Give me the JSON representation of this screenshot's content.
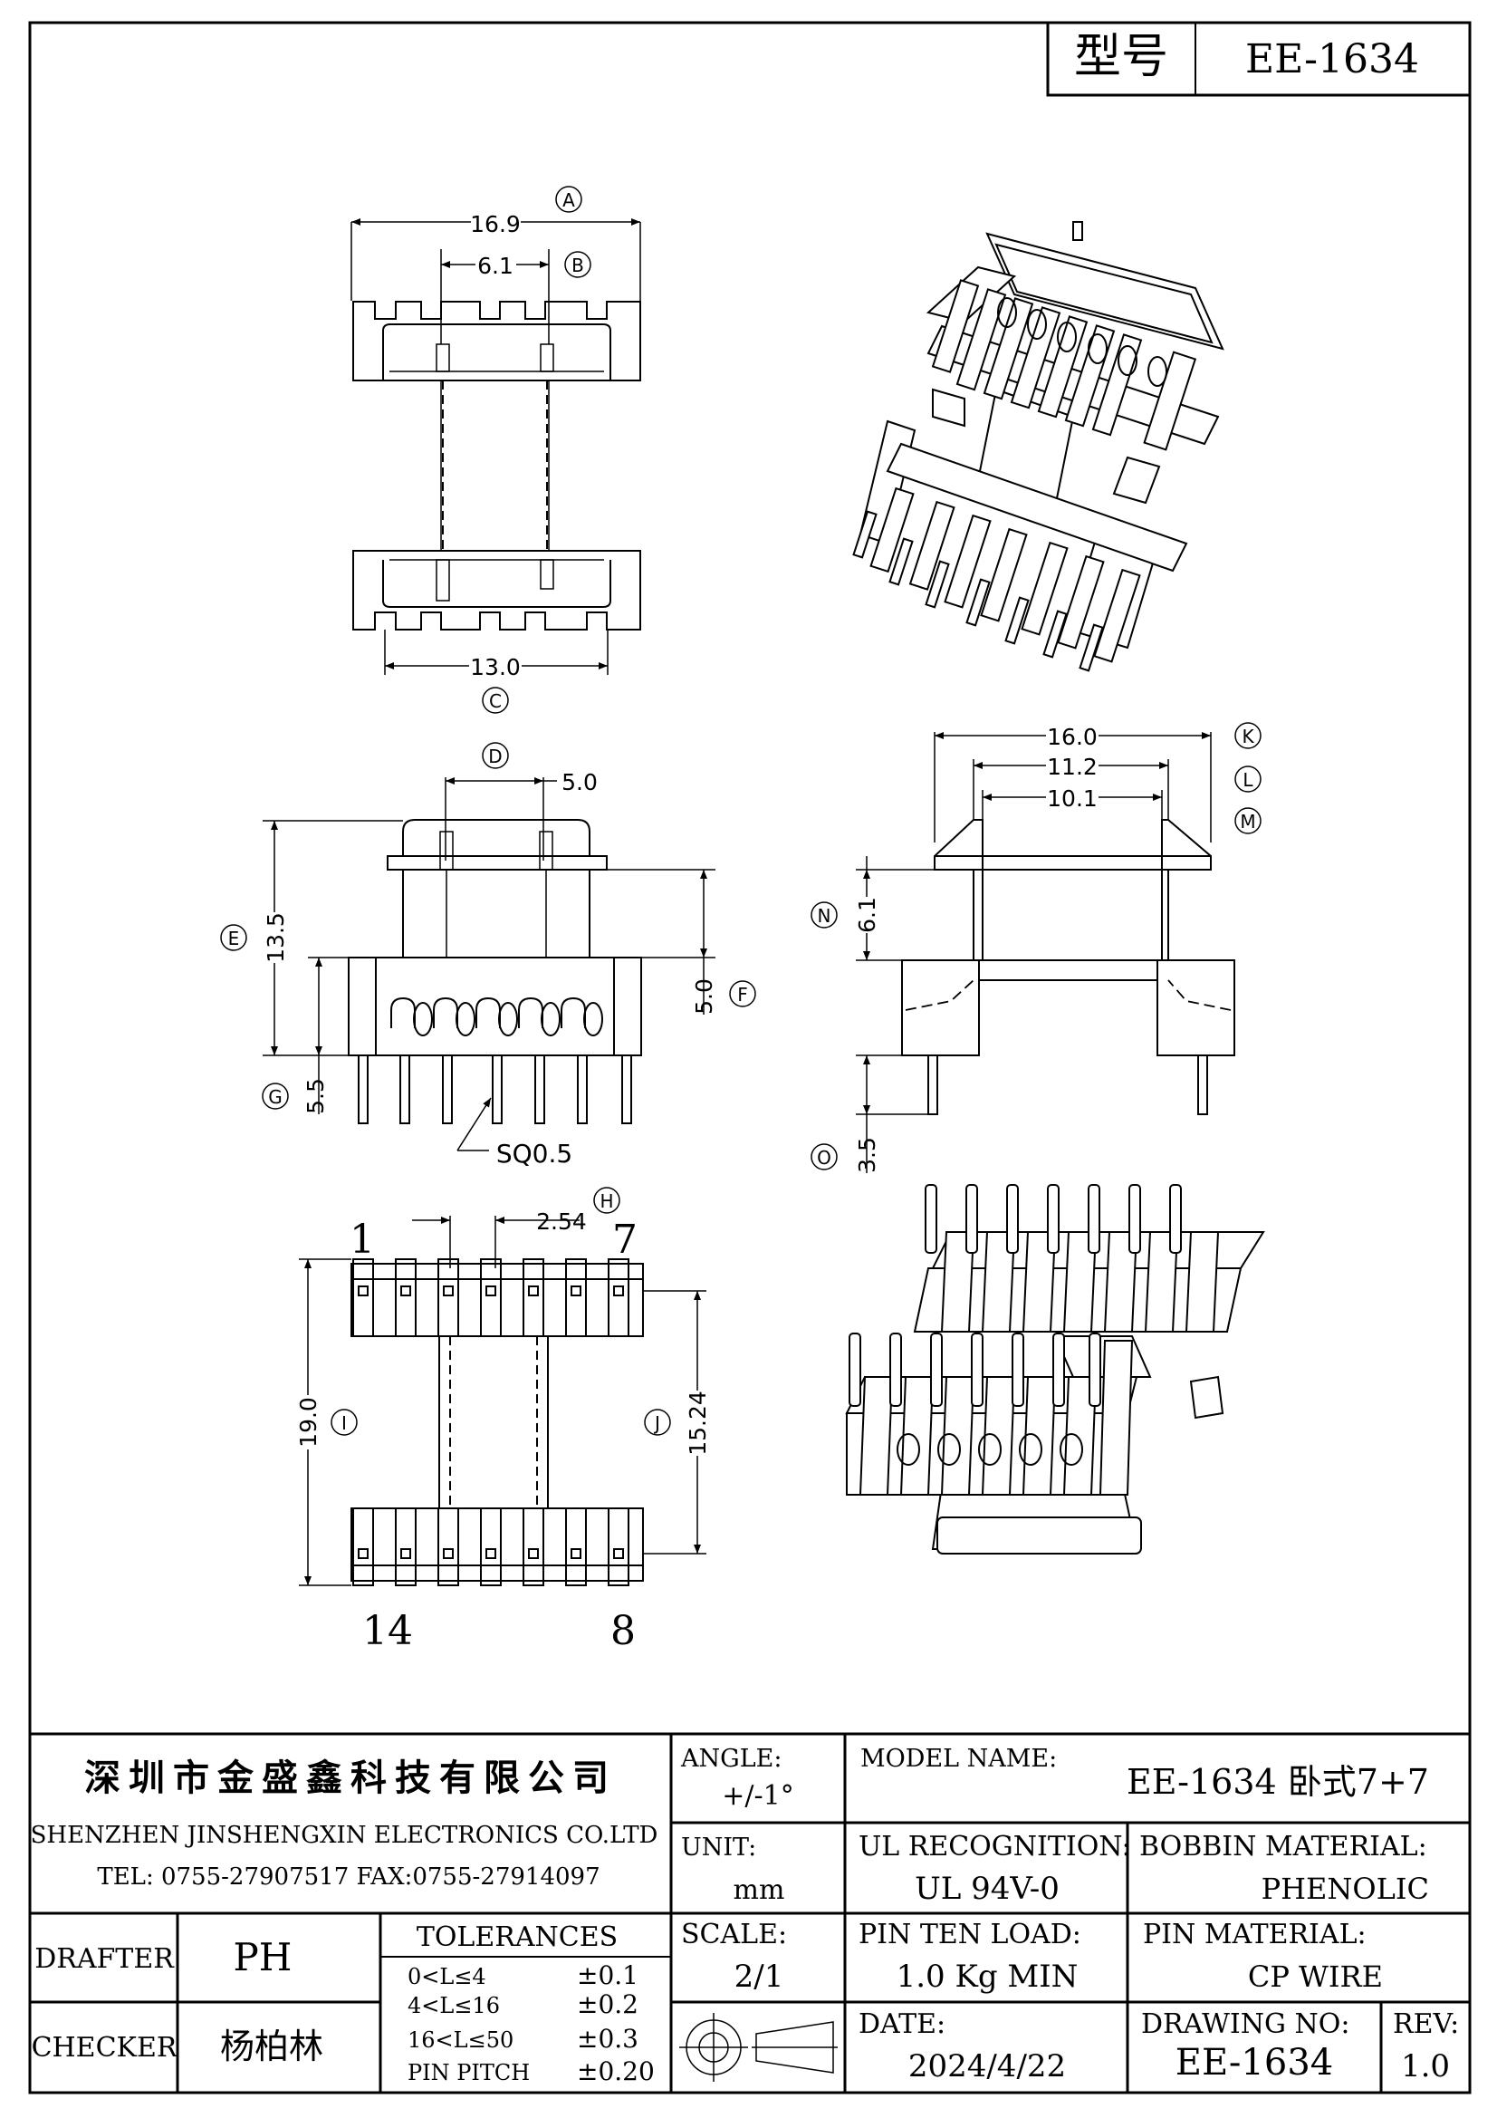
{
  "header": {
    "model_label": "型号",
    "model_value": "EE-1634"
  },
  "top_view": {
    "overall_width": "16.9",
    "overall_marker": "A",
    "spacing": "6.1",
    "spacing_marker": "B",
    "pin_span": "13.0",
    "pin_span_marker": "C"
  },
  "side_view": {
    "top_width": "5.0",
    "top_width_marker": "D",
    "height": "13.5",
    "height_marker": "E",
    "upper_height": "5.0",
    "upper_height_marker": "F",
    "base_height": "5.5",
    "base_height_marker": "G",
    "pin_note": "SQ0.5"
  },
  "end_view": {
    "width_outer": "16.0",
    "width_outer_marker": "K",
    "width_mid": "11.2",
    "width_mid_marker": "L",
    "width_inner": "10.1",
    "width_inner_marker": "M",
    "flange_height": "6.1",
    "flange_height_marker": "N",
    "pin_length": "3.5",
    "pin_length_marker": "O"
  },
  "bottom_view": {
    "pin_pitch": "2.54",
    "pin_pitch_marker": "H",
    "length": "19.0",
    "length_marker": "I",
    "row_spacing": "15.24",
    "row_spacing_marker": "J",
    "pin_first": "1",
    "pin_seventh": "7",
    "pin_fourteenth": "14",
    "pin_eighth": "8"
  },
  "title_block": {
    "company_cn": "深圳市金盛鑫科技有限公司",
    "company_en": "SHENZHEN JINSHENGXIN ELECTRONICS CO.LTD",
    "contact": "TEL: 0755-27907517   FAX:0755-27914097",
    "angle_label": "ANGLE:",
    "angle_value": "+/-1°",
    "model_name_label": "MODEL NAME:",
    "model_name_value": "EE-1634 卧式7+7",
    "unit_label": "UNIT:",
    "unit_value": "mm",
    "ul_label": "UL RECOGNITION:",
    "ul_value": "UL 94V-0",
    "bobbin_label": "BOBBIN MATERIAL:",
    "bobbin_value": "PHENOLIC",
    "drafter_label": "DRAFTER",
    "drafter_value": "PH",
    "tolerances_label": "TOLERANCES",
    "tolerances": [
      {
        "range": "0<L≤4",
        "value": "±0.1"
      },
      {
        "range": "4<L≤16",
        "value": "±0.2"
      },
      {
        "range": "16<L≤50",
        "value": "±0.3"
      },
      {
        "range": "PIN PITCH",
        "value": "±0.20"
      }
    ],
    "scale_label": "SCALE:",
    "scale_value": "2/1",
    "pin_load_label": "PIN TEN LOAD:",
    "pin_load_value": "1.0 Kg MIN",
    "pin_material_label": "PIN MATERIAL:",
    "pin_material_value": "CP WIRE",
    "checker_label": "CHECKER",
    "checker_value": "杨柏林",
    "date_label": "DATE:",
    "date_value": "2024/4/22",
    "drawing_no_label": "DRAWING NO:",
    "drawing_no_value": "EE-1634",
    "rev_label": "REV:",
    "rev_value": "1.0"
  }
}
